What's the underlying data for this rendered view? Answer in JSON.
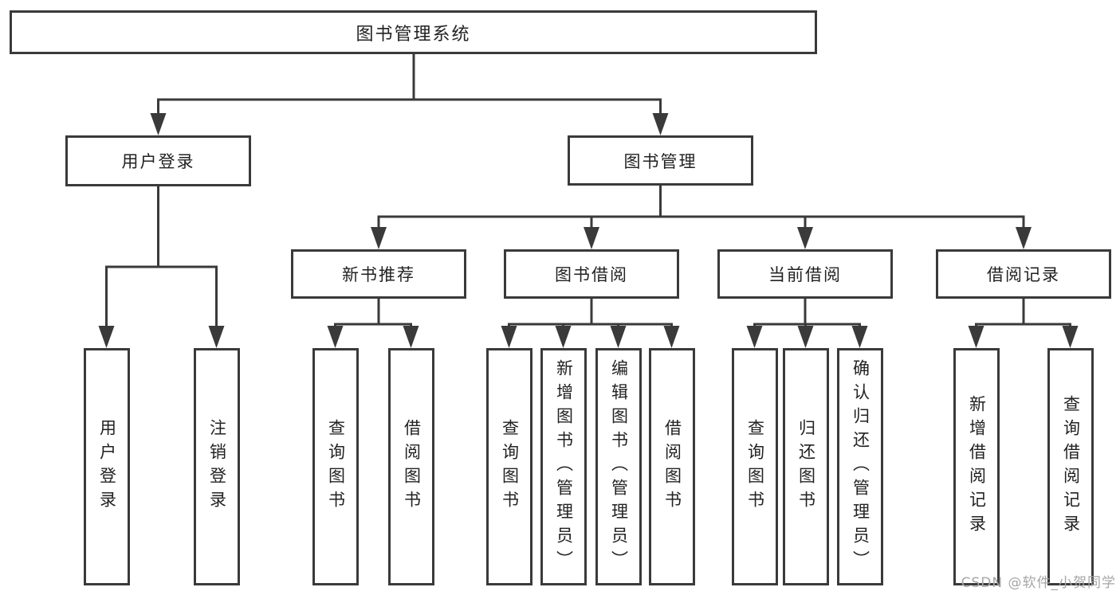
{
  "title": "图书管理系统",
  "level1": [
    {
      "label": "用户登录"
    },
    {
      "label": "图书管理"
    }
  ],
  "level2": [
    {
      "label": "新书推荐"
    },
    {
      "label": "图书借阅"
    },
    {
      "label": "当前借阅"
    },
    {
      "label": "借阅记录"
    }
  ],
  "leaves": {
    "login": [
      "用户登录",
      "注销登录"
    ],
    "recommend": [
      "查询图书",
      "借阅图书"
    ],
    "borrow": [
      "查询图书",
      "新增图书（管理员）",
      "编辑图书（管理员）",
      "借阅图书"
    ],
    "current": [
      "查询图书",
      "归还图书",
      "确认归还（管理员）"
    ],
    "records": [
      "新增借阅记录",
      "查询借阅记录"
    ]
  },
  "watermark": {
    "text": "CSDN @软件_小贺同学"
  },
  "colors": {
    "line": "#3a3a3a",
    "text": "#222222",
    "watermark": "#a6a6a6"
  }
}
